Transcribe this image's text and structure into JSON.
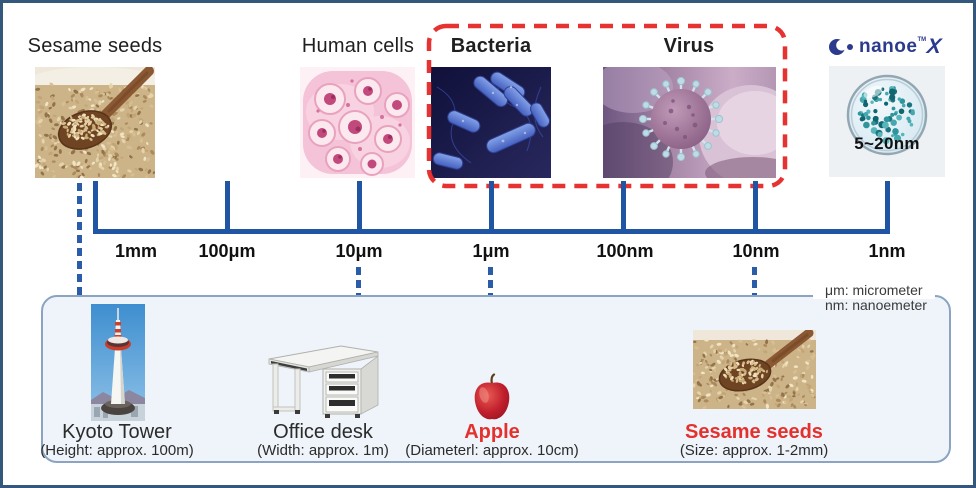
{
  "top_items": [
    {
      "label": "Sesame seeds"
    },
    {
      "label": "Human cells"
    },
    {
      "label": "Bacteria"
    },
    {
      "label": "Virus"
    }
  ],
  "brand": {
    "name": "nanoe",
    "tm": "TM",
    "x": "X",
    "particle_size": "5~20nm"
  },
  "scale": {
    "ticks": [
      "1mm",
      "100μm",
      "10μm",
      "1μm",
      "100nm",
      "10nm",
      "1nm"
    ]
  },
  "legend": {
    "line1": "μm: micrometer",
    "line2": "nm: nanoemeter"
  },
  "comparison_items": [
    {
      "name": "Kyoto Tower",
      "detail": "(Height: approx. 100m)"
    },
    {
      "name": "Office desk",
      "detail": "(Width: approx. 1m)"
    },
    {
      "name": "Apple",
      "detail": "(Diameterl: approx. 10cm)"
    },
    {
      "name": "Sesame seeds",
      "detail": "(Size: approx. 1-2mm)"
    }
  ],
  "colors": {
    "scale_blue": "#1f55a3",
    "dashed_blue": "#2a5caa",
    "highlight_red": "#e5312d",
    "logo_navy": "#2b3a8c",
    "panel_border": "#8aa4c2",
    "panel_bg": "#eef4fa",
    "frame_border": "#33587c"
  }
}
